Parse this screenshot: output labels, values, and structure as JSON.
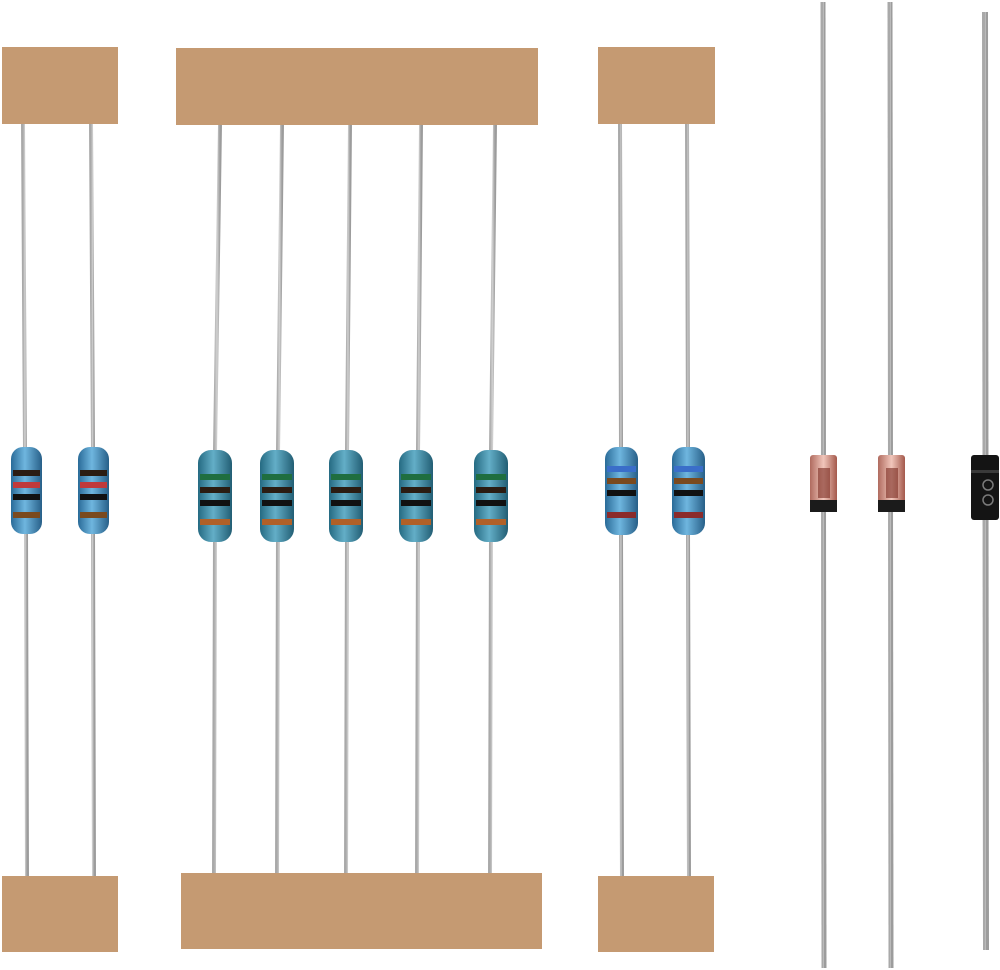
{
  "scene": {
    "description_visible_text": [],
    "colors": {
      "background": "#ffffff",
      "tape": "#c59a72",
      "lead": "#b9b9b9",
      "resistor_blue_body": "#3f88b8",
      "resistor_teal_body": "#3b8aa6",
      "diode_glass": "#d9a69a",
      "diode_band": "#1b1b1b",
      "diode_black_body": "#141414"
    },
    "icons": [
      "resistor-icon",
      "glass-diode-icon",
      "black-diode-icon",
      "tape-strip-icon"
    ],
    "groups": [
      {
        "name": "resistor-strip-1",
        "count": 2,
        "bands": [
          "#2b1c12",
          "#c0393b",
          "#111111",
          "#7a4a1f"
        ]
      },
      {
        "name": "resistor-strip-2",
        "count": 5,
        "bands": [
          "#1f6e3f",
          "#2b1c12",
          "#111111",
          "#b06028"
        ]
      },
      {
        "name": "resistor-strip-3",
        "count": 2,
        "bands": [
          "#3a6ec9",
          "#7a4a1f",
          "#111111",
          "#8b2b2b"
        ]
      },
      {
        "name": "glass-diodes",
        "count": 2
      },
      {
        "name": "black-diode",
        "count": 1
      }
    ]
  }
}
